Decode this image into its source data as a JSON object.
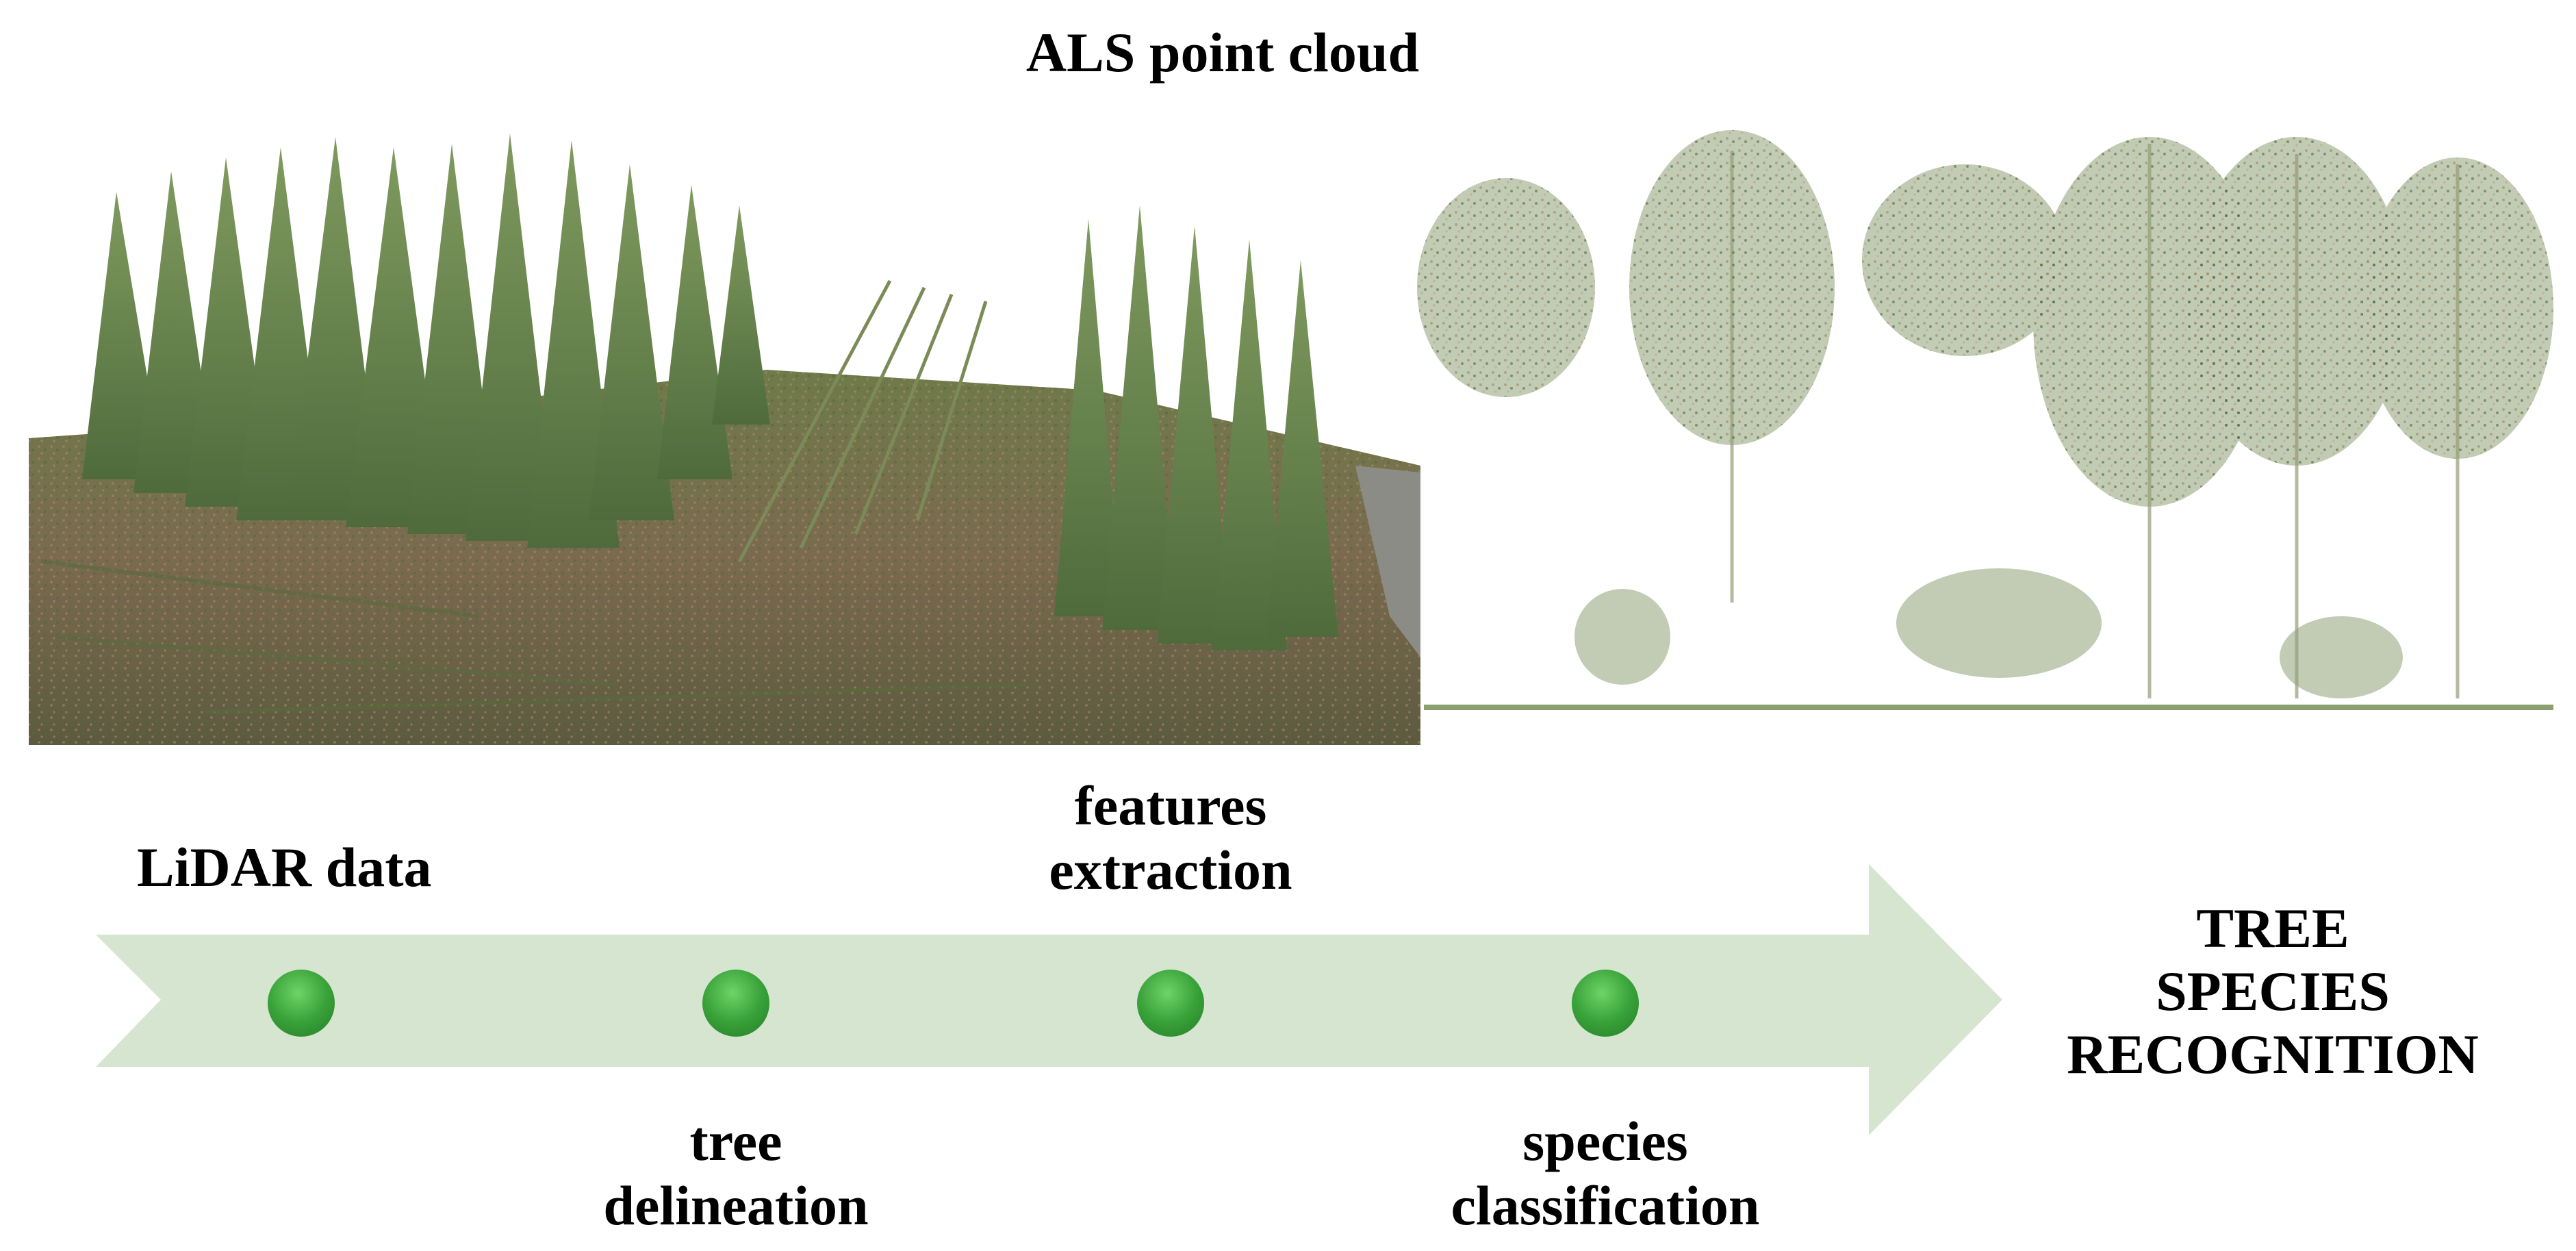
{
  "title": "ALS point cloud",
  "steps": {
    "lidar": "LiDAR data",
    "delineation": [
      "tree",
      "delineation"
    ],
    "features": [
      "features",
      "extraction"
    ],
    "classification": [
      "species",
      "classification"
    ]
  },
  "result": [
    "TREE",
    "SPECIES",
    "RECOGNITION"
  ],
  "colors": {
    "arrow": "#d5e5d0",
    "dot": "#3aa33a",
    "dot_highlight": "#5fc75a",
    "foliage": "#6e8a52",
    "ground": "#7a6a4e"
  },
  "icons": {
    "als_scene": "forest-point-cloud-image",
    "tree_profiles": "tree-profile-point-cloud-image"
  }
}
